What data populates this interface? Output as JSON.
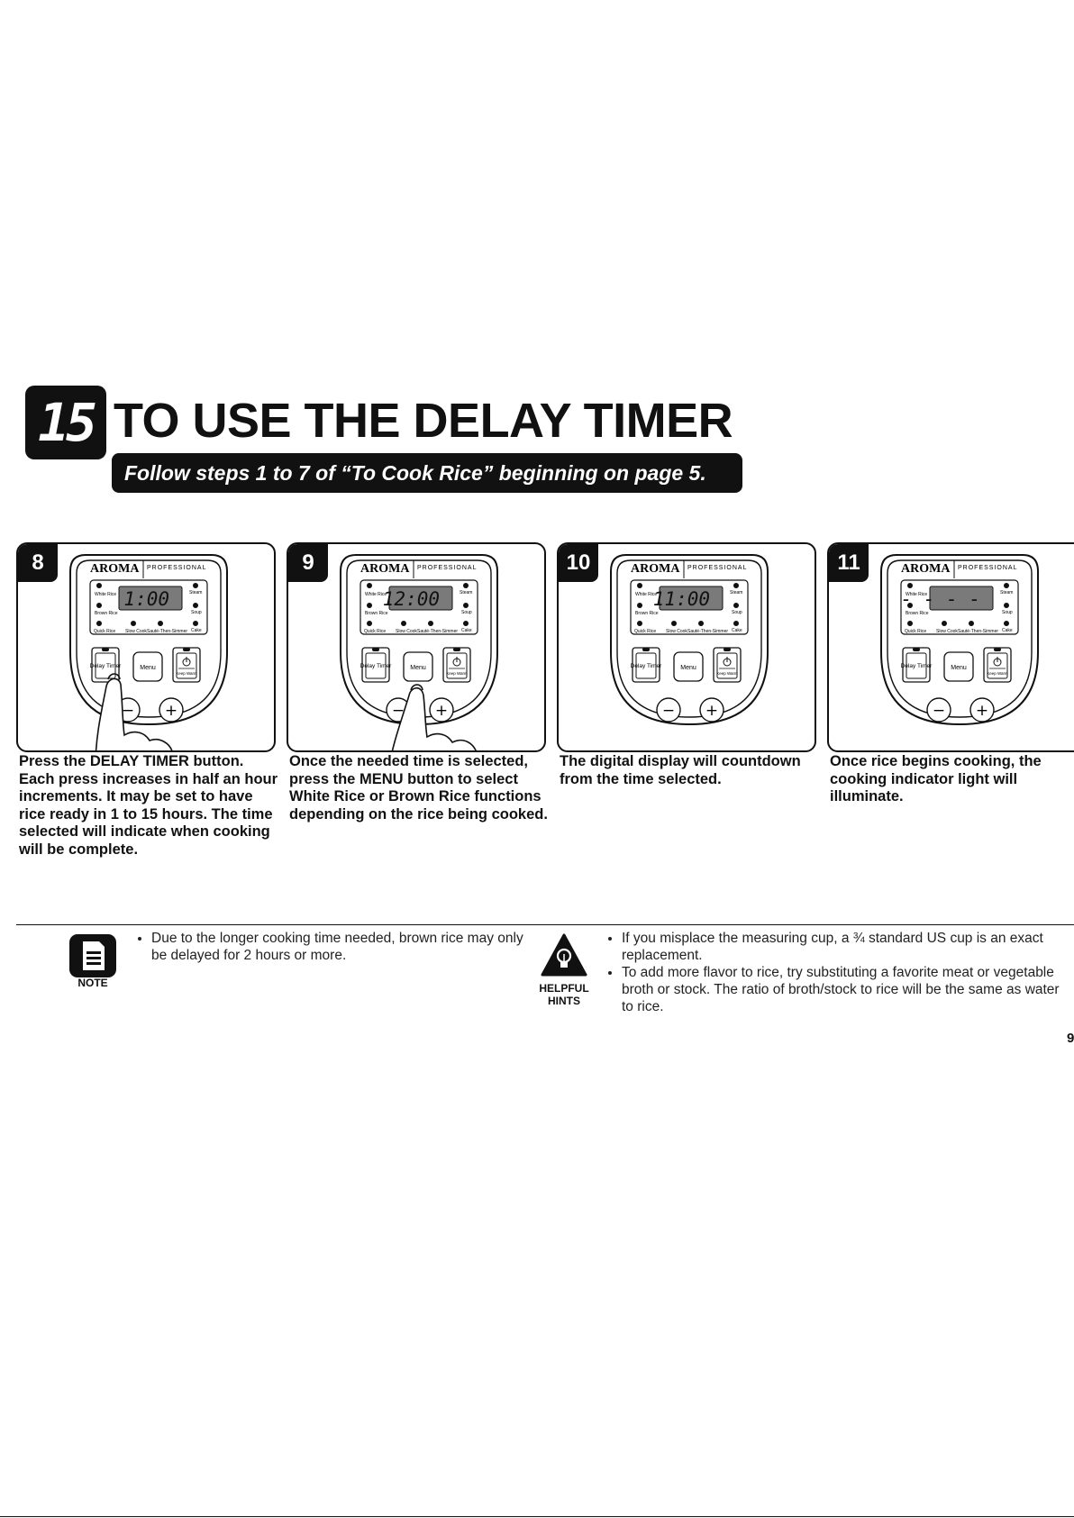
{
  "section": {
    "number": "15",
    "title": "TO USE THE DELAY TIMER",
    "subtitle": "Follow steps 1 to 7 of “To Cook Rice” beginning on page 5."
  },
  "control_panel": {
    "brand": "AROMA",
    "line": "PROFESSIONAL",
    "labels": {
      "white_rice": "White Rice",
      "brown_rice": "Brown Rice",
      "quick_rice": "Quick Rice",
      "slow_cook": "Slow Cook",
      "saute_simmer": "Sauté-Then-Simmer",
      "steam": "Steam",
      "soup": "Soup",
      "cake": "Cake",
      "delay_timer": "Delay Timer",
      "menu": "Menu",
      "keep_warm": "Keep Warm",
      "minus": "−",
      "plus": "+"
    }
  },
  "steps": [
    {
      "number": "8",
      "display": "1:00",
      "text": "Press the DELAY TIMER button. Each press increases in half an hour increments. It may be set to have rice ready in 1 to 15 hours. The time selected will indicate when cooking will be complete."
    },
    {
      "number": "9",
      "display": "12:00",
      "text": "Once the needed time is selected, press the MENU button to select White Rice or Brown Rice functions depending on the rice being cooked."
    },
    {
      "number": "10",
      "display": "11:00",
      "text": "The digital display will countdown from the time selected."
    },
    {
      "number": "11",
      "display": "- - - -",
      "text": "Once rice begins cooking, the cooking indicator light will illuminate."
    }
  ],
  "note": {
    "label": "NOTE",
    "items": [
      "Due to the longer cooking time needed, brown rice may only be delayed for 2 hours or more."
    ]
  },
  "hints": {
    "label": "HELPFUL HINTS",
    "items": [
      "If you misplace the measuring cup, a ¾ standard US cup is an exact replacement.",
      "To add more flavor to rice, try substituting a favorite meat or vegetable broth or stock. The ratio of broth/stock to rice will be the same as water to rice."
    ]
  },
  "page_number": "9"
}
